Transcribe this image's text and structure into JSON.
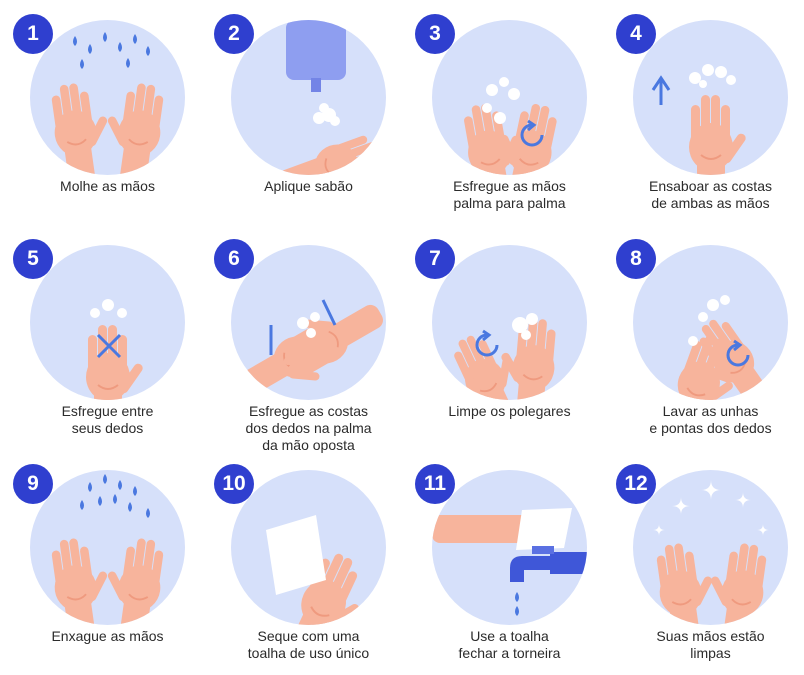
{
  "steps": [
    {
      "num": "1",
      "label": "Molhe as mãos",
      "icon": "wet-hands-icon"
    },
    {
      "num": "2",
      "label": "Aplique sabão",
      "icon": "soap-dispenser-icon"
    },
    {
      "num": "3",
      "label": "Esfregue as mãos\npalma para palma",
      "icon": "palm-rub-icon"
    },
    {
      "num": "4",
      "label": "Ensaboar as costas\nde ambas as mãos",
      "icon": "back-of-hands-icon"
    },
    {
      "num": "5",
      "label": "Esfregue entre\nseus dedos",
      "icon": "interlace-fingers-icon"
    },
    {
      "num": "6",
      "label": "Esfregue as costas\ndos dedos na palma\nda mão oposta",
      "icon": "back-of-fingers-icon"
    },
    {
      "num": "7",
      "label": "Limpe os polegares",
      "icon": "thumb-rub-icon"
    },
    {
      "num": "8",
      "label": "Lavar as unhas\ne pontas dos dedos",
      "icon": "fingertips-icon"
    },
    {
      "num": "9",
      "label": "Enxague as mãos",
      "icon": "rinse-hands-icon"
    },
    {
      "num": "10",
      "label": "Seque com uma\ntoalha de uso único",
      "icon": "paper-towel-icon"
    },
    {
      "num": "11",
      "label": "Use a toalha\nfechar a torneira",
      "icon": "faucet-towel-icon"
    },
    {
      "num": "12",
      "label": "Suas mãos estão\nlimpas",
      "icon": "clean-hands-icon"
    }
  ],
  "colors": {
    "badge": "#2f3fcf",
    "circle": "#d6e0fa",
    "skin": "#f7b49c",
    "skin_dark": "#ef9a7f",
    "water": "#4a78e0",
    "foam": "#ffffff",
    "text": "#2b2b2b"
  }
}
